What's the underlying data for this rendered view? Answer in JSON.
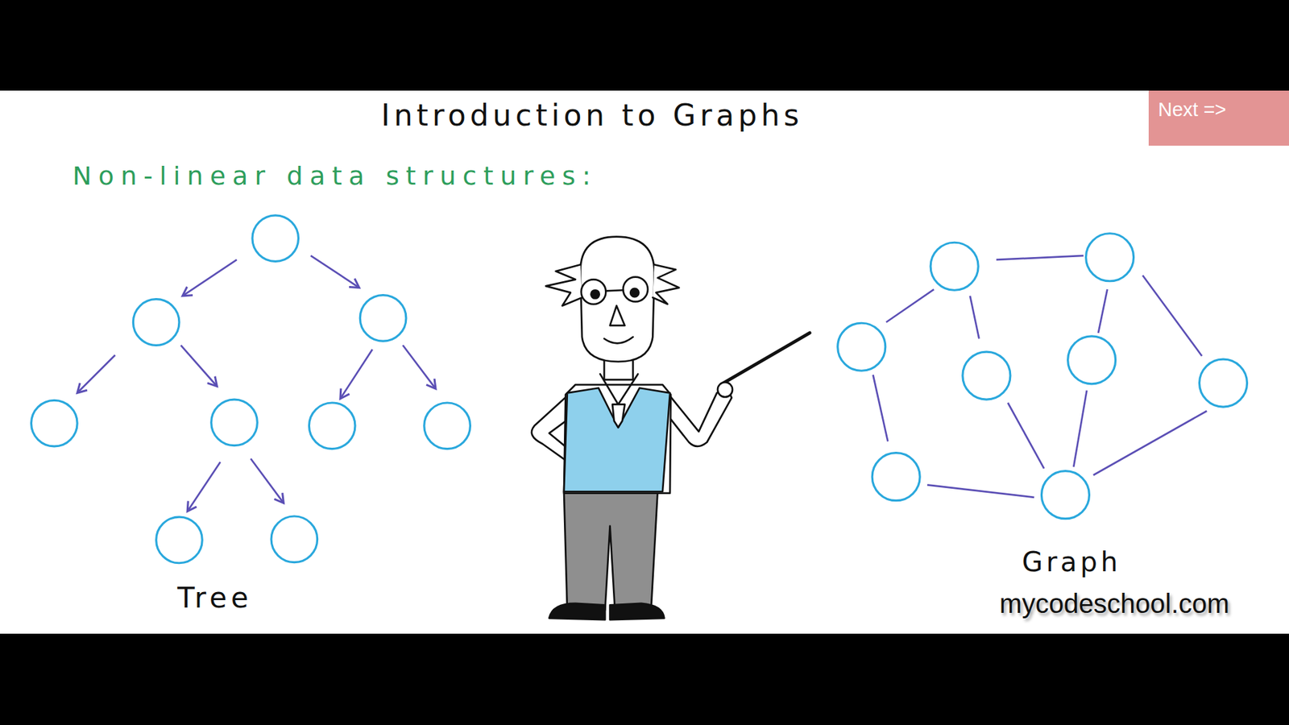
{
  "diagram": {
    "title": "Introduction to Graphs",
    "nodes": [
      {
        "text": [
          "Next =>"
        ]
      }
    ],
    "labels": [
      "Non-linear data structures:",
      "Tree",
      "Graph",
      "mycodeschool.com"
    ]
  }
}
